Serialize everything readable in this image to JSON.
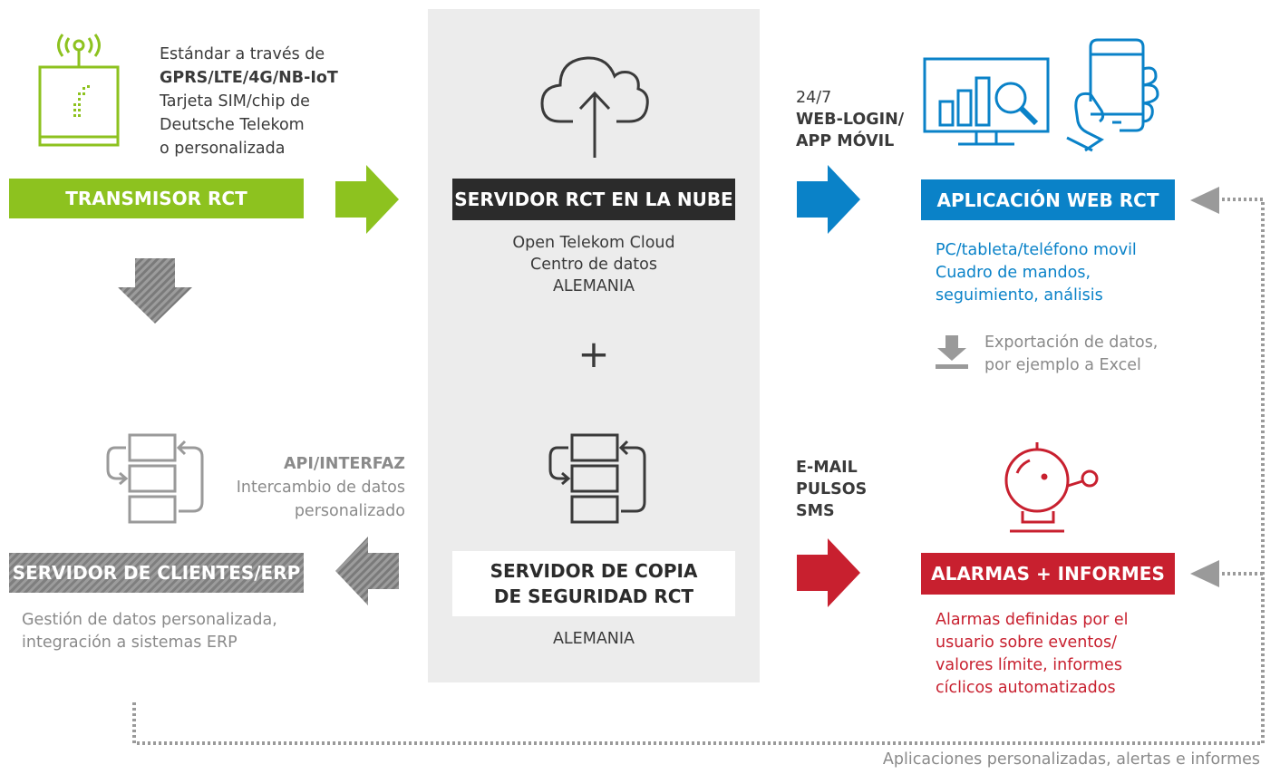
{
  "transmitter": {
    "desc_line1": "Estándar a través de",
    "desc_line2": "GPRS/LTE/4G/NB-IoT",
    "desc_line3": "Tarjeta SIM/chip de",
    "desc_line4": "Deutsche Telekom",
    "desc_line5": "o personalizada",
    "label": "TRANSMISOR RCT"
  },
  "cloud": {
    "label": "SERVIDOR RCT EN LA NUBE",
    "sub_line1": "Open Telekom Cloud",
    "sub_line2": "Centro de datos",
    "sub_line3": "ALEMANIA",
    "plus": "+"
  },
  "backup": {
    "label_line1": "SERVIDOR DE COPIA",
    "label_line2": "DE SEGURIDAD RCT",
    "sub": "ALEMANIA"
  },
  "web_access": {
    "line1": "24/7",
    "line2": "WEB-LOGIN/",
    "line3": "APP MÓVIL"
  },
  "webapp": {
    "label": "APLICACIÓN WEB RCT",
    "desc_line1": "PC/tableta/teléfono movil",
    "desc_line2": "Cuadro de mandos,",
    "desc_line3": "seguimiento, análisis",
    "export_line1": "Exportación de datos,",
    "export_line2": "por ejemplo a Excel"
  },
  "channels": {
    "line1": "E-MAIL",
    "line2": "PULSOS",
    "line3": "SMS"
  },
  "alarms": {
    "label": "ALARMAS + INFORMES",
    "desc_line1": "Alarmas definidas por el",
    "desc_line2": "usuario sobre eventos/",
    "desc_line3": "valores límite, informes",
    "desc_line4": "cíclicos automatizados"
  },
  "api": {
    "line1": "API/INTERFAZ",
    "line2": "Intercambio de datos",
    "line3": "personalizado"
  },
  "client_server": {
    "label": "SERVIDOR DE CLIENTES/ERP",
    "desc_line1": "Gestión de datos personalizada,",
    "desc_line2": "integración a sistemas ERP"
  },
  "footer": {
    "text": "Aplicaciones personalizadas, alertas e informes"
  },
  "colors": {
    "green": "#8dc21f",
    "blue": "#0a82c8",
    "red": "#c8202f",
    "dark": "#2b2b2b",
    "gray": "#8a8a8a",
    "panel": "#ececec"
  },
  "icons": [
    "router-icon",
    "cloud-upload-icon",
    "database-sync-icon",
    "monitor-chart-icon",
    "smartphone-hand-icon",
    "bell-icon",
    "download-icon"
  ]
}
